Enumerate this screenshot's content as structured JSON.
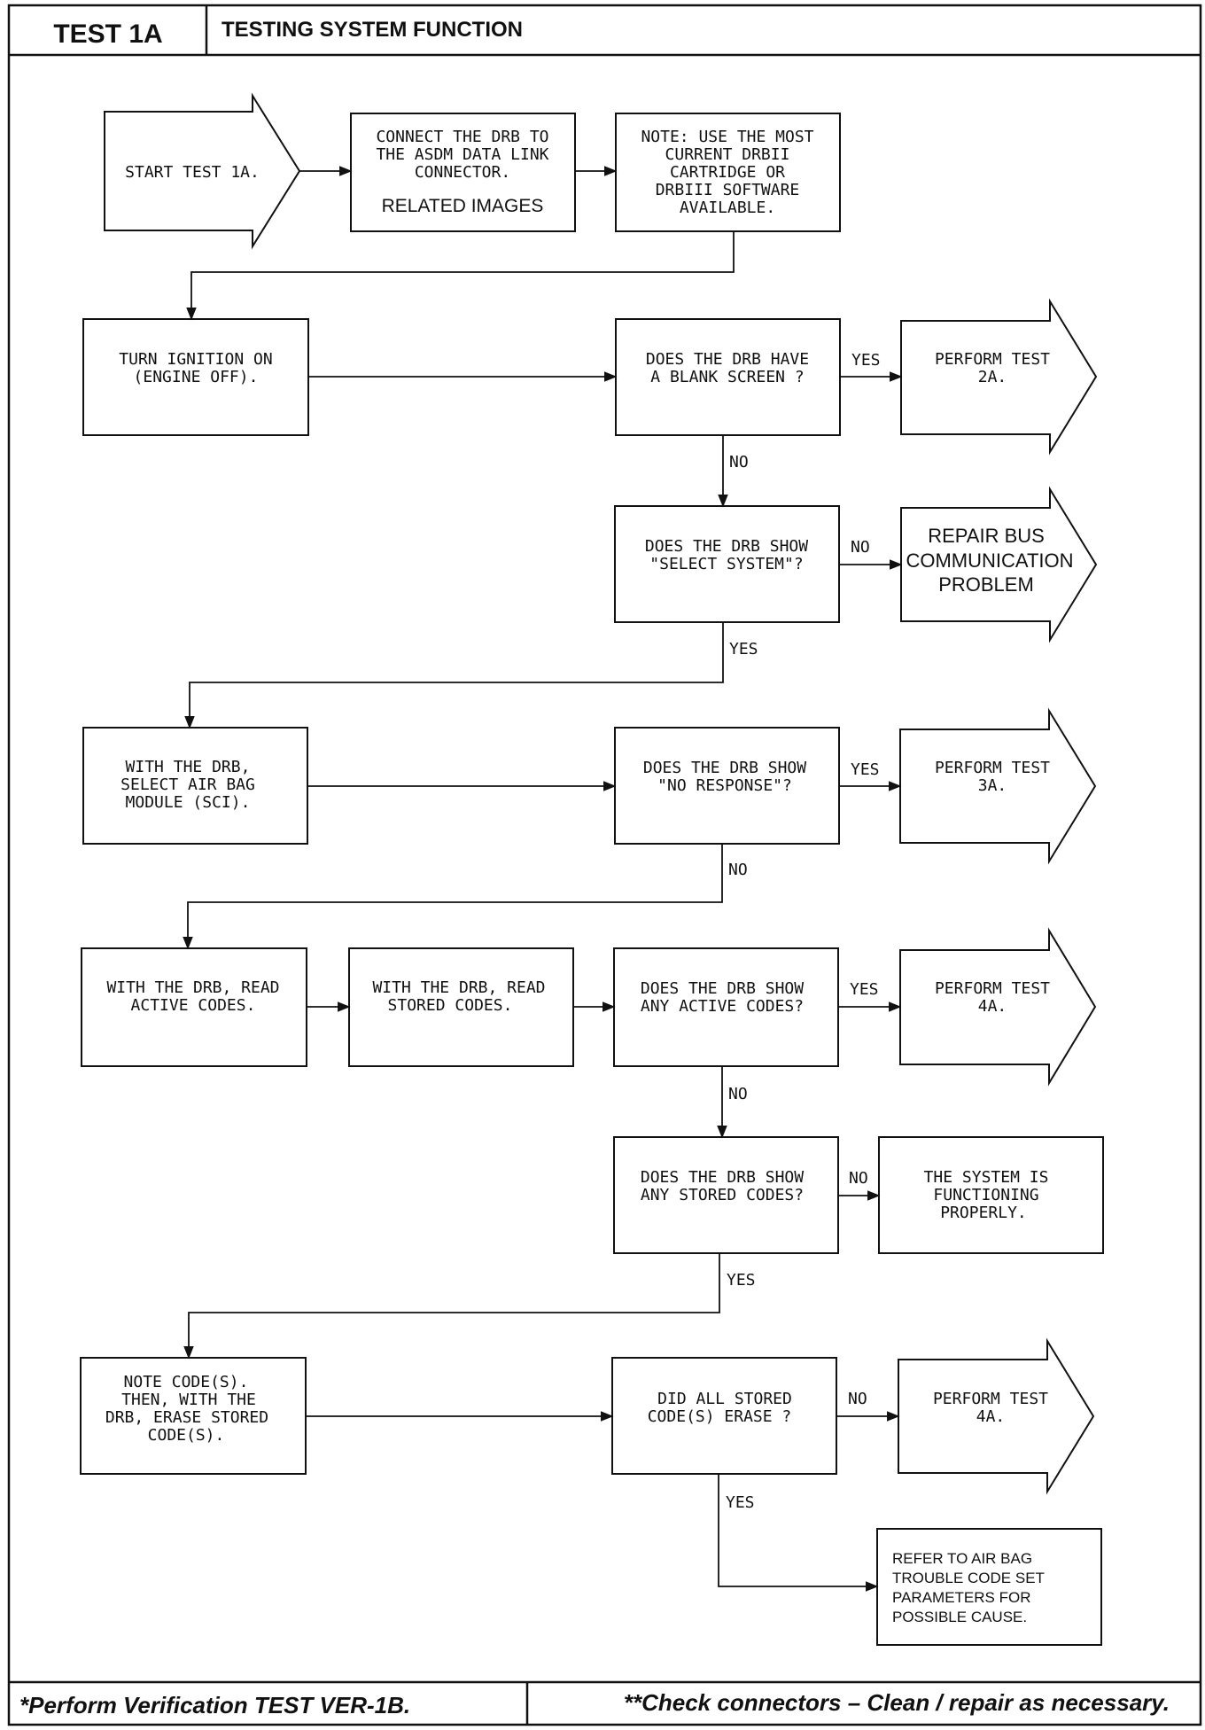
{
  "header": {
    "test_id": "TEST 1A",
    "title": "TESTING SYSTEM FUNCTION"
  },
  "nodes": {
    "start": {
      "lines": [
        "START TEST 1A."
      ]
    },
    "connect": {
      "lines": [
        "CONNECT THE DRB TO",
        "THE ASDM DATA LINK",
        "CONNECTOR."
      ],
      "extra": "RELATED IMAGES"
    },
    "note": {
      "lines": [
        "NOTE: USE THE MOST",
        "CURRENT DRBII",
        "CARTRIDGE OR",
        "DRBIII SOFTWARE",
        "AVAILABLE."
      ]
    },
    "ignition": {
      "lines": [
        "TURN IGNITION ON",
        "(ENGINE OFF)."
      ]
    },
    "blank_screen": {
      "lines": [
        "DOES THE DRB HAVE",
        "A BLANK SCREEN ?"
      ]
    },
    "perform_2a": {
      "lines": [
        "PERFORM TEST",
        "2A."
      ]
    },
    "select_system": {
      "lines": [
        "DOES THE DRB SHOW",
        "\"SELECT SYSTEM\"?"
      ]
    },
    "repair_bus": {
      "lines": [
        "REPAIR BUS",
        "COMMUNICATION",
        "PROBLEM"
      ]
    },
    "select_airbag": {
      "lines": [
        "WITH THE DRB,",
        "SELECT AIR BAG",
        "MODULE (SCI)."
      ]
    },
    "no_response": {
      "lines": [
        "DOES THE DRB SHOW",
        "\"NO RESPONSE\"?"
      ]
    },
    "perform_3a": {
      "lines": [
        "PERFORM TEST",
        "3A."
      ]
    },
    "read_active": {
      "lines": [
        "WITH THE DRB, READ",
        "ACTIVE CODES."
      ]
    },
    "read_stored": {
      "lines": [
        "WITH THE DRB, READ",
        "STORED CODES."
      ]
    },
    "any_active": {
      "lines": [
        "DOES THE DRB SHOW",
        "ANY ACTIVE CODES?"
      ]
    },
    "perform_4a_1": {
      "lines": [
        "PERFORM TEST",
        "4A."
      ]
    },
    "any_stored": {
      "lines": [
        "DOES THE DRB SHOW",
        "ANY STORED CODES?"
      ]
    },
    "functioning": {
      "lines": [
        "THE SYSTEM IS",
        "FUNCTIONING",
        "PROPERLY."
      ]
    },
    "note_codes": {
      "lines": [
        "NOTE CODE(S).",
        "THEN, WITH THE",
        "DRB, ERASE STORED",
        "CODE(S)."
      ]
    },
    "erased": {
      "lines": [
        "DID ALL STORED",
        "CODE(S) ERASE ?"
      ]
    },
    "perform_4a_2": {
      "lines": [
        "PERFORM TEST",
        "4A."
      ]
    },
    "refer": {
      "lines": [
        "REFER TO AIR BAG",
        "TROUBLE CODE SET",
        "PARAMETERS FOR",
        "POSSIBLE CAUSE."
      ]
    }
  },
  "labels": {
    "yes": "YES",
    "no": "NO"
  },
  "footer": {
    "left": "*Perform Verification TEST VER-1B.",
    "right": "**Check connectors – Clean / repair as necessary."
  }
}
